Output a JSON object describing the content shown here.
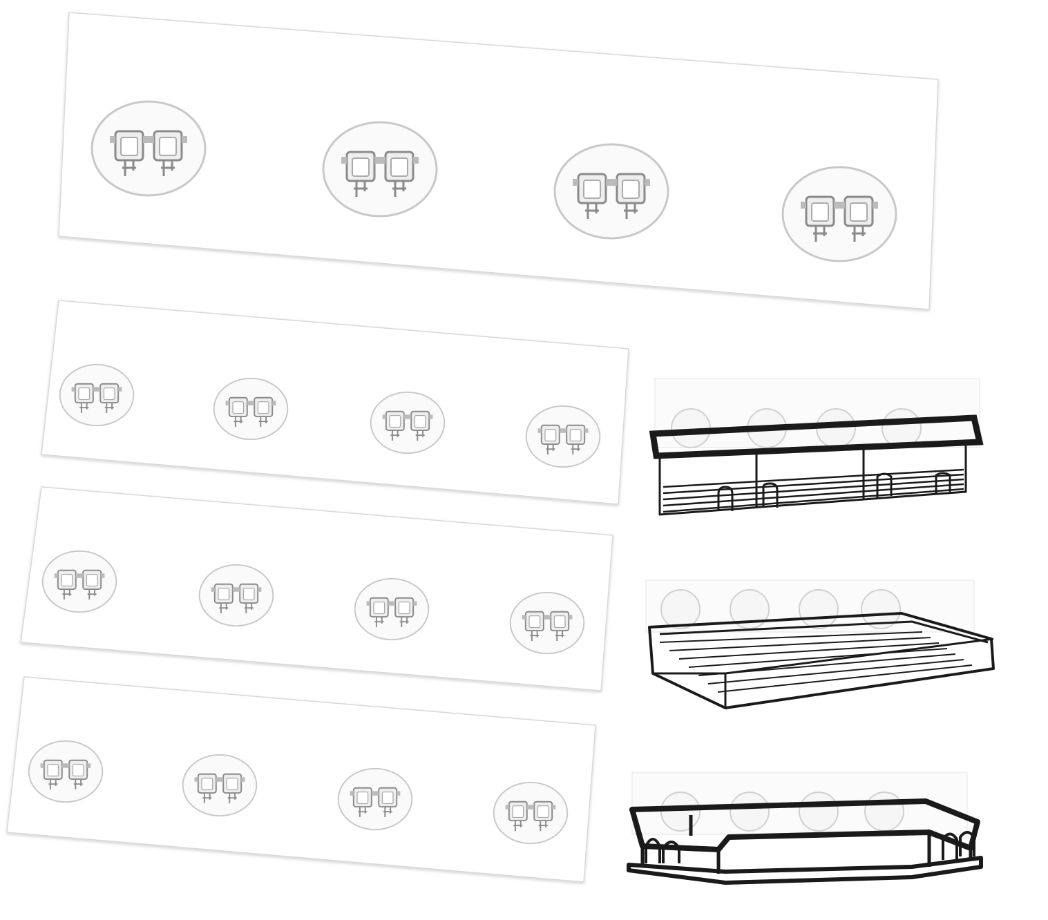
{
  "product": {
    "adhesive_strip_count": 4,
    "hooks_per_strip": 4,
    "rack_count": 3,
    "colors": {
      "background": "#ffffff",
      "strip_outline": "#d9d9d9",
      "hook_clear": "#c8c8c8",
      "hook_metal": "#8a8a8a",
      "rack_frame": "#1a1a1a"
    }
  }
}
